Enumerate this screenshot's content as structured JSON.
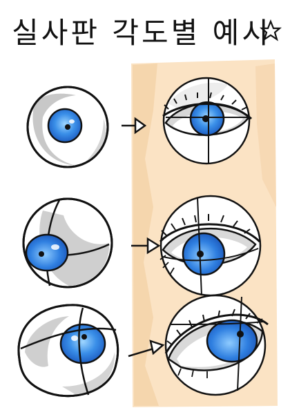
{
  "title": "실사판 각도별 예시",
  "title_decoration": "star-doodle",
  "colors": {
    "background": "#ffffff",
    "skin_panel": "#fbe3c4",
    "skin_panel_dark": "#efc79b",
    "eyeball_shadow": "#c8c8c8",
    "iris": "#2f7fe0",
    "iris_light": "#7fc0ff",
    "pupil": "#111111",
    "line": "#111111"
  },
  "rows": [
    {
      "angle": "front"
    },
    {
      "angle": "upward-left"
    },
    {
      "angle": "downward-tilted"
    }
  ],
  "arrow_icon": "arrow-right"
}
